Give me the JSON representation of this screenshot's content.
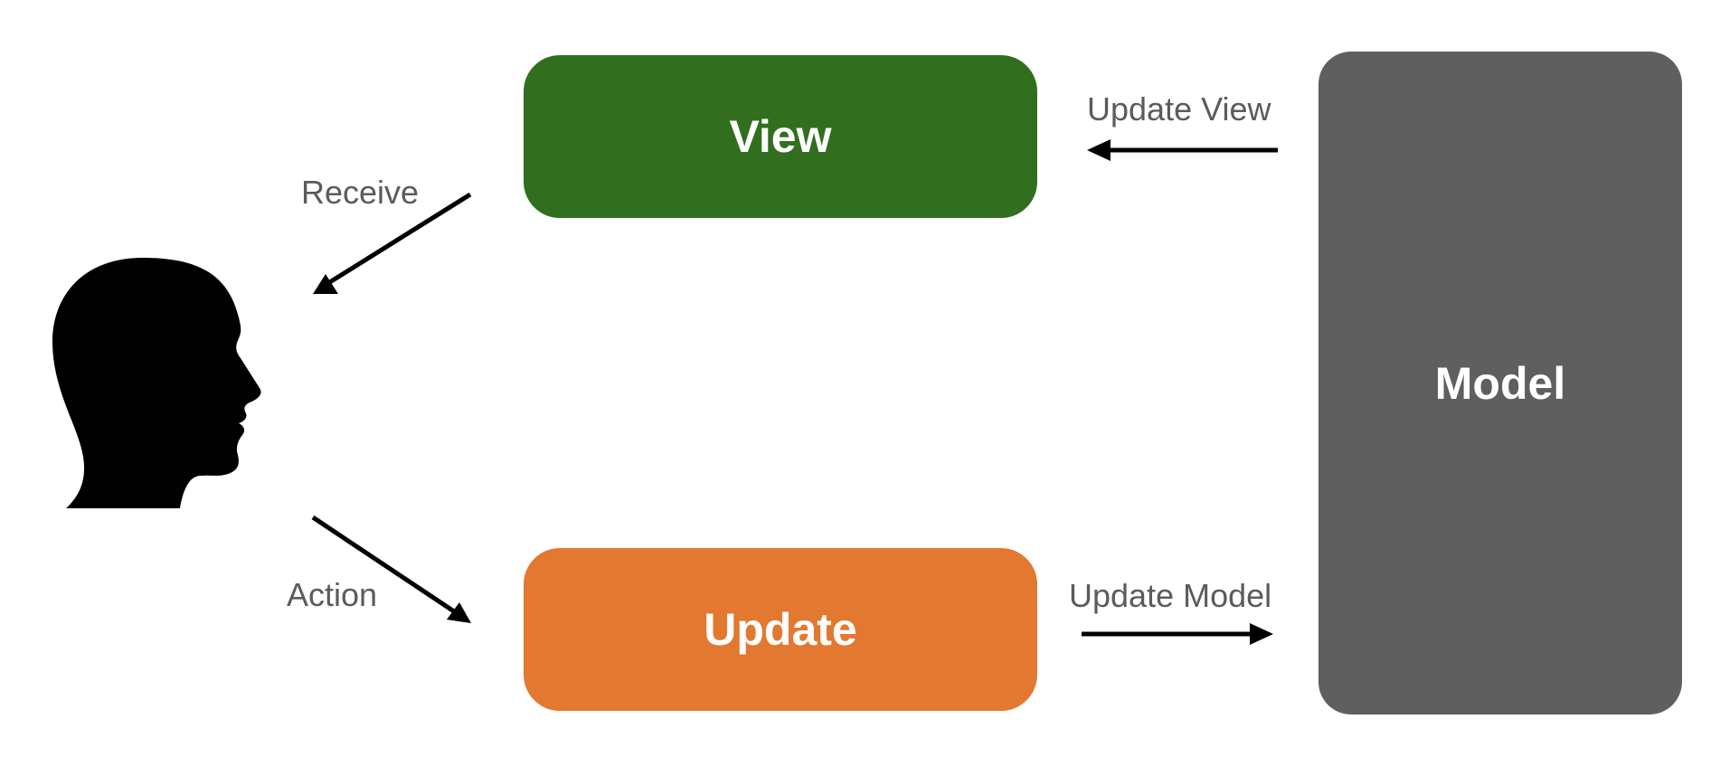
{
  "nodes": {
    "view": {
      "label": "View",
      "color": "#316f1f"
    },
    "update": {
      "label": "Update",
      "color": "#e37830"
    },
    "model": {
      "label": "Model",
      "color": "#5f5f5f"
    }
  },
  "edges": {
    "update_view": {
      "label": "Update View",
      "from": "model",
      "to": "view"
    },
    "receive": {
      "label": "Receive",
      "from": "view",
      "to": "user"
    },
    "action": {
      "label": "Action",
      "from": "user",
      "to": "update"
    },
    "update_model": {
      "label": "Update Model",
      "from": "update",
      "to": "model"
    }
  },
  "icons": {
    "user": "human-head-profile-icon"
  },
  "colors": {
    "edge_label": "#5b5b5b",
    "arrow": "#000000",
    "background": "#ffffff"
  }
}
